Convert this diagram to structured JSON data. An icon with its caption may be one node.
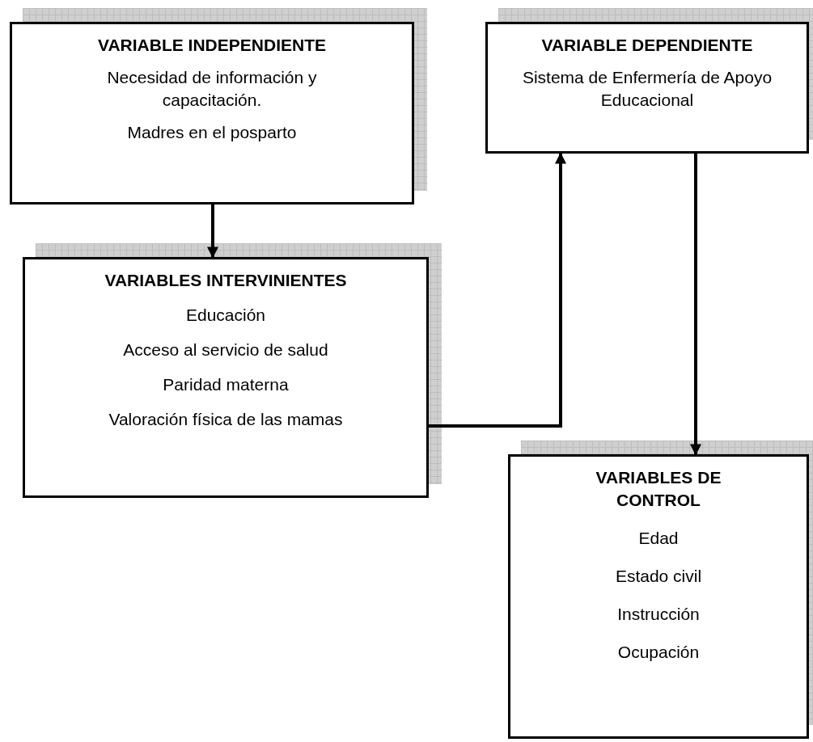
{
  "diagram": {
    "nodes": [
      {
        "text": [
          "VARIABLE INDEPENDIENTE",
          "Necesidad de información y capacitación.",
          "Madres en el posparto"
        ]
      },
      {
        "text": [
          "VARIABLE DEPENDIENTE",
          "Sistema de Enfermería de Apoyo Educacional"
        ]
      },
      {
        "text": [
          "VARIABLES INTERVINIENTES",
          "Educación",
          "Acceso al servicio de salud",
          "Paridad materna",
          "Valoración física de las mamas"
        ]
      },
      {
        "text": [
          "VARIABLES DE CONTROL",
          "Edad",
          "Estado civil",
          "Instrucción",
          "Ocupación"
        ]
      }
    ],
    "edges": [
      {
        "from": 0,
        "to": 2,
        "arrow": "to"
      },
      {
        "from": 2,
        "to": 1,
        "arrow": "to"
      },
      {
        "from": 1,
        "to": 3,
        "arrow": "to"
      }
    ]
  }
}
